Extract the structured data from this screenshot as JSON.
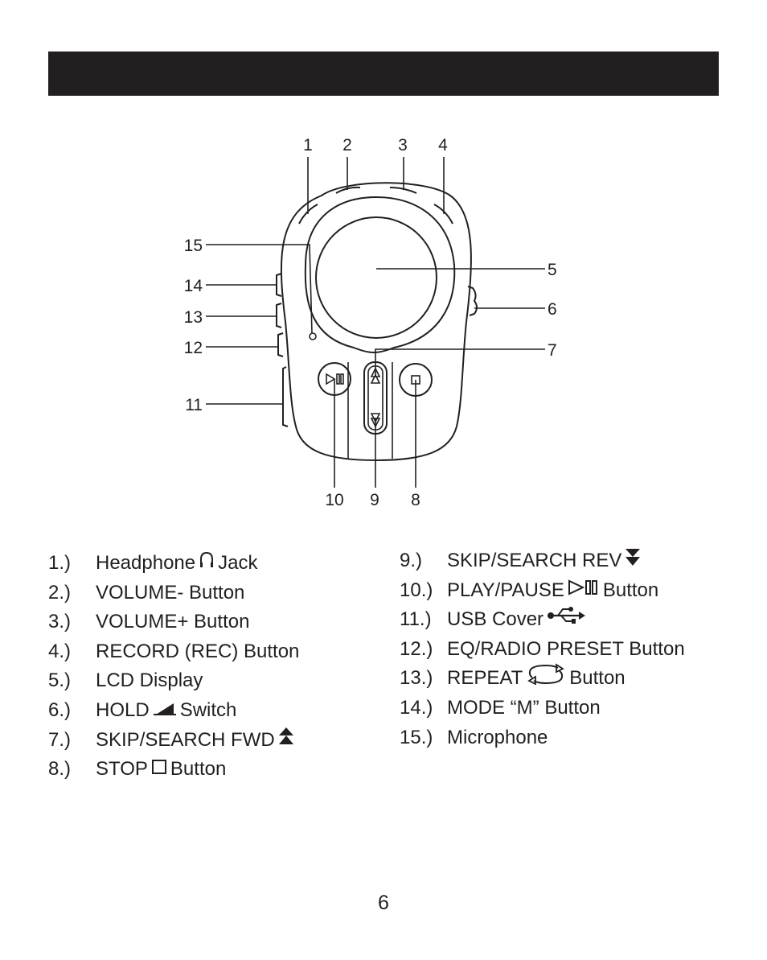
{
  "diagram": {
    "callouts": [
      "1",
      "2",
      "3",
      "4",
      "5",
      "6",
      "7",
      "8",
      "9",
      "10",
      "11",
      "12",
      "13",
      "14",
      "15"
    ]
  },
  "legend": {
    "left": [
      {
        "num": "1.)",
        "before": "Headphone",
        "icon": "headphone-icon",
        "after": "Jack"
      },
      {
        "num": "2.)",
        "before": "VOLUME- Button",
        "icon": "",
        "after": ""
      },
      {
        "num": "3.)",
        "before": "VOLUME+ Button",
        "icon": "",
        "after": ""
      },
      {
        "num": "4.)",
        "before": "RECORD (REC) Button",
        "icon": "",
        "after": ""
      },
      {
        "num": "5.)",
        "before": "LCD Display",
        "icon": "",
        "after": ""
      },
      {
        "num": "6.)",
        "before": "HOLD",
        "icon": "hold-switch-icon",
        "after": "Switch"
      },
      {
        "num": "7.)",
        "before": "SKIP/SEARCH FWD",
        "icon": "skip-forward-icon",
        "after": ""
      },
      {
        "num": "8.)",
        "before": "STOP",
        "icon": "stop-icon",
        "after": "Button"
      }
    ],
    "right": [
      {
        "num": "9.)",
        "before": "SKIP/SEARCH REV",
        "icon": "skip-reverse-icon",
        "after": ""
      },
      {
        "num": "10.)",
        "before": "PLAY/PAUSE",
        "icon": "play-pause-icon",
        "after": "Button"
      },
      {
        "num": "11.)",
        "before": "USB Cover",
        "icon": "usb-icon",
        "after": ""
      },
      {
        "num": "12.)",
        "before": "EQ/RADIO PRESET Button",
        "icon": "",
        "after": ""
      },
      {
        "num": "13.)",
        "before": "REPEAT",
        "icon": "repeat-icon",
        "after": "Button"
      },
      {
        "num": "14.)",
        "before": "MODE “M” Button",
        "icon": "",
        "after": ""
      },
      {
        "num": "15.)",
        "before": "Microphone",
        "icon": "",
        "after": ""
      }
    ]
  },
  "page_number": "6"
}
